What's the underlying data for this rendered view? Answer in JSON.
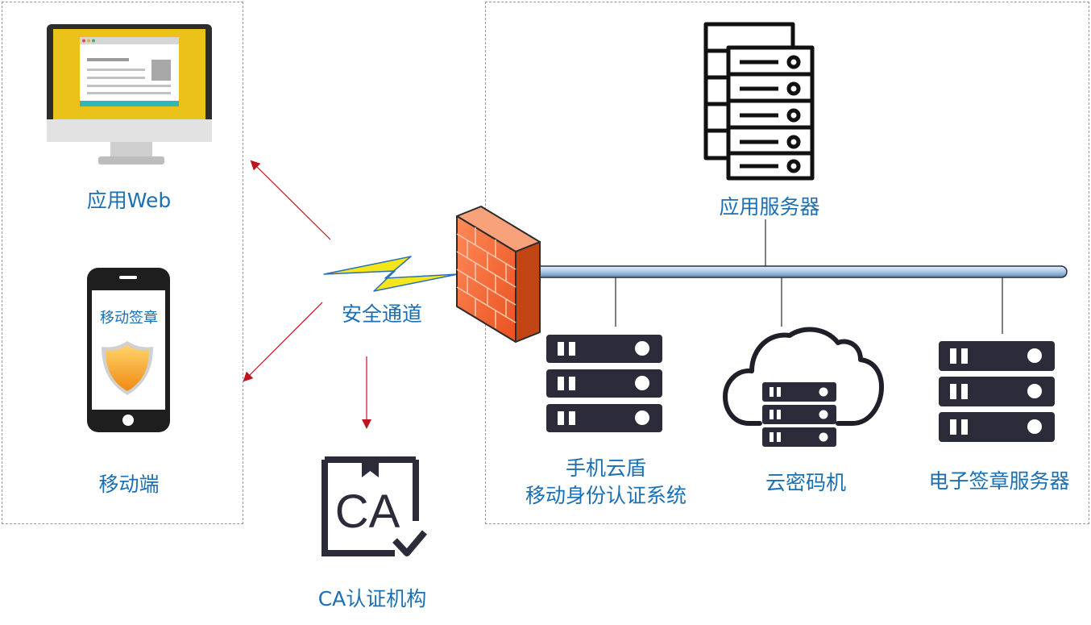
{
  "nodes": {
    "web": {
      "label": "应用Web"
    },
    "mobile": {
      "label": "移动端",
      "screen_text": "移动签章"
    },
    "channel": {
      "label": "安全通道"
    },
    "ca": {
      "label": "CA认证机构",
      "logo_text": "CA"
    },
    "app_server": {
      "label": "应用服务器"
    },
    "shield_system": {
      "label_line1": "手机云盾",
      "label_line2": "移动身份认证系统"
    },
    "cloud_crypto": {
      "label": "云密码机"
    },
    "esign_server": {
      "label": "电子签章服务器"
    }
  },
  "colors": {
    "label": "#1a6fb5",
    "arrow": "#c0121c",
    "firewall": "#f06a3a",
    "server_dark": "#2b2b3a",
    "lightning": "#f5e61a",
    "bus": "#b9d3ea"
  }
}
